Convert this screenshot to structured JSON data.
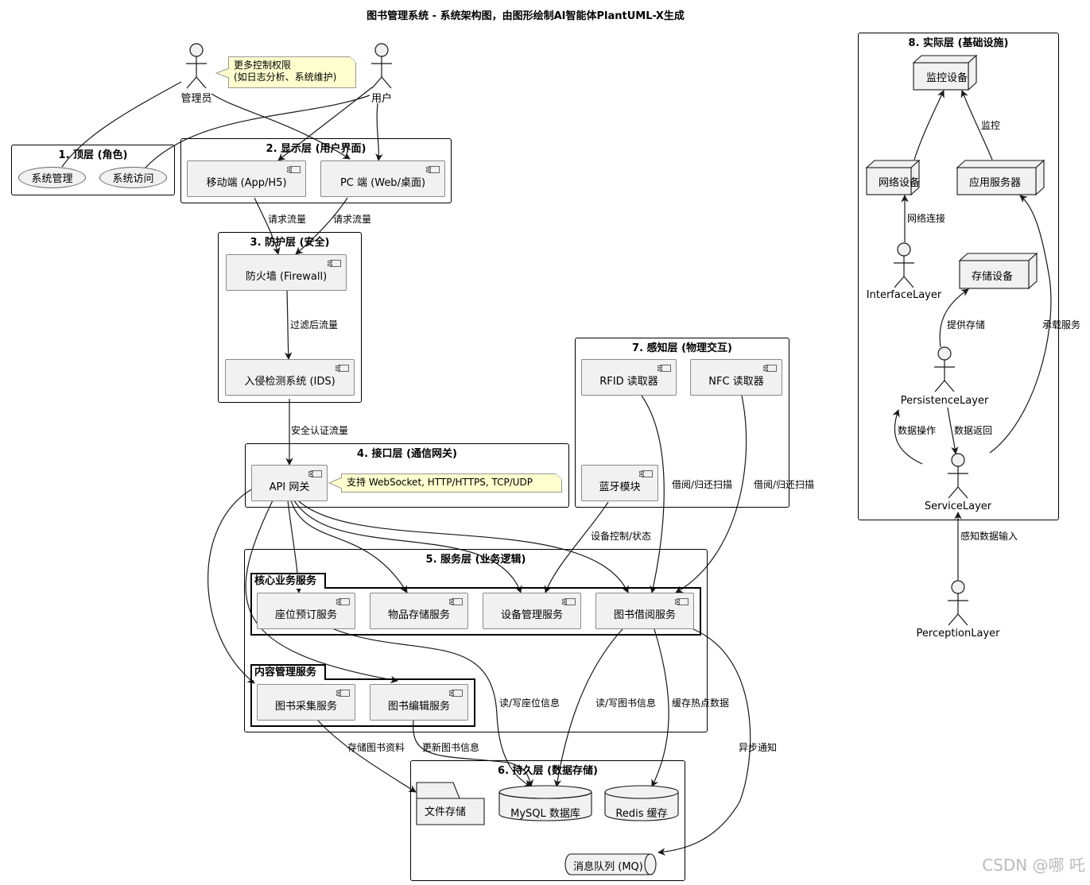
{
  "title": "图书管理系统 - 系统架构图，由图形绘制AI智能体PlantUML-X生成",
  "actors": {
    "admin": "管理员",
    "user": "用户",
    "interface_layer": "InterfaceLayer",
    "persistence_layer": "PersistenceLayer",
    "service_layer": "ServiceLayer",
    "perception_layer": "PerceptionLayer"
  },
  "notes": {
    "admin_note_line1": "更多控制权限",
    "admin_note_line2": "(如日志分析、系统维护)",
    "gateway_note": "支持 WebSocket, HTTP/HTTPS, TCP/UDP"
  },
  "layers": {
    "top": {
      "title": "1. 顶层 (角色)",
      "usecases": [
        "系统管理",
        "系统访问"
      ]
    },
    "presentation": {
      "title": "2. 显示层 (用户界面)",
      "components": [
        "移动端 (App/H5)",
        "PC 端 (Web/桌面)"
      ]
    },
    "security": {
      "title": "3. 防护层 (安全)",
      "components": [
        "防火墙 (Firewall)",
        "入侵检测系统 (IDS)"
      ]
    },
    "interface": {
      "title": "4. 接口层 (通信网关)",
      "components": [
        "API 网关"
      ]
    },
    "service": {
      "title": "5. 服务层 (业务逻辑)",
      "core_group": "核心业务服务",
      "core_components": [
        "座位预订服务",
        "物品存储服务",
        "设备管理服务",
        "图书借阅服务"
      ],
      "content_group": "内容管理服务",
      "content_components": [
        "图书采集服务",
        "图书编辑服务"
      ]
    },
    "persistence": {
      "title": "6. 持久层 (数据存储)",
      "file_storage": "文件存储",
      "mysql": "MySQL 数据库",
      "redis": "Redis 缓存",
      "mq": "消息队列 (MQ)"
    },
    "perception": {
      "title": "7. 感知层 (物理交互)",
      "components": [
        "RFID 读取器",
        "NFC 读取器",
        "蓝牙模块"
      ]
    },
    "infrastructure": {
      "title": "8. 实际层 (基础设施)",
      "nodes": [
        "监控设备",
        "网络设备",
        "应用服务器",
        "存储设备"
      ]
    }
  },
  "edge_labels": {
    "req_flow_1": "请求流量",
    "req_flow_2": "请求流量",
    "filtered": "过滤后流量",
    "secure_auth": "安全认证流量",
    "device_ctrl": "设备控制/状态",
    "rfid_scan": "借阅/归还扫描",
    "nfc_scan": "借阅/归还扫描",
    "rw_seat": "读/写座位信息",
    "rw_book": "读/写图书信息",
    "cache_hot": "缓存热点数据",
    "store_book": "存储图书资料",
    "update_book": "更新图书信息",
    "async_notify": "异步通知",
    "monitor": "监控",
    "net_conn": "网络连接",
    "provide_storage": "提供存储",
    "host_service": "承载服务",
    "data_op": "数据操作",
    "data_return": "数据返回",
    "sensor_input": "感知数据输入"
  },
  "watermark": "CSDN @哪 吒"
}
